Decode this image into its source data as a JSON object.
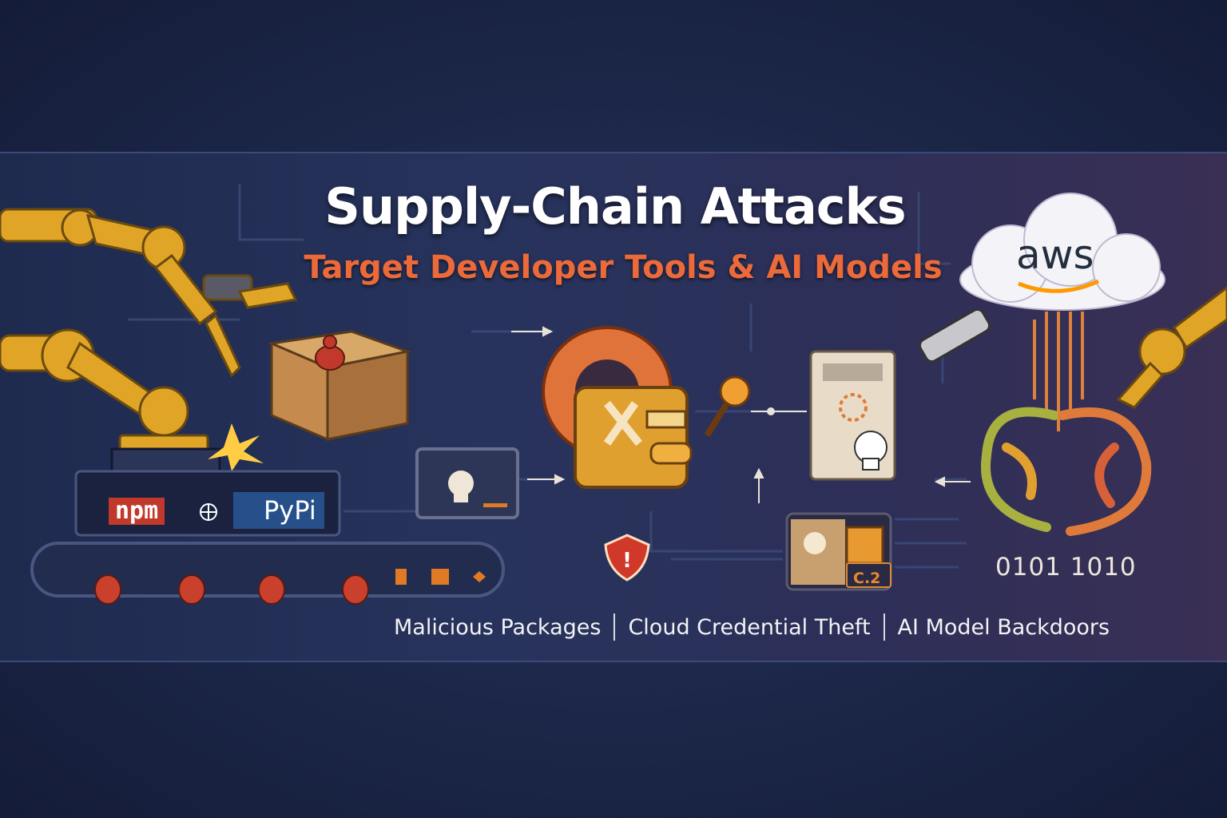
{
  "header": {
    "title": "Supply-Chain Attacks",
    "subtitle": "Target Developer Tools & AI Models"
  },
  "registries": {
    "npm_label": "npm",
    "pypi_label": "PyPi"
  },
  "cloud": {
    "label": "aws"
  },
  "c2_panel": {
    "label": "C.2"
  },
  "ai_model": {
    "binary_text": "0101 1010"
  },
  "captions": [
    "Malicious Packages",
    "Cloud Credential Theft",
    "AI Model Backdoors"
  ],
  "colors": {
    "background": "#1b2546",
    "accent_orange": "#ec6a3a",
    "robot_yellow": "#e0a526",
    "npm_red": "#c0392b",
    "pypi_blue": "#27508a"
  }
}
